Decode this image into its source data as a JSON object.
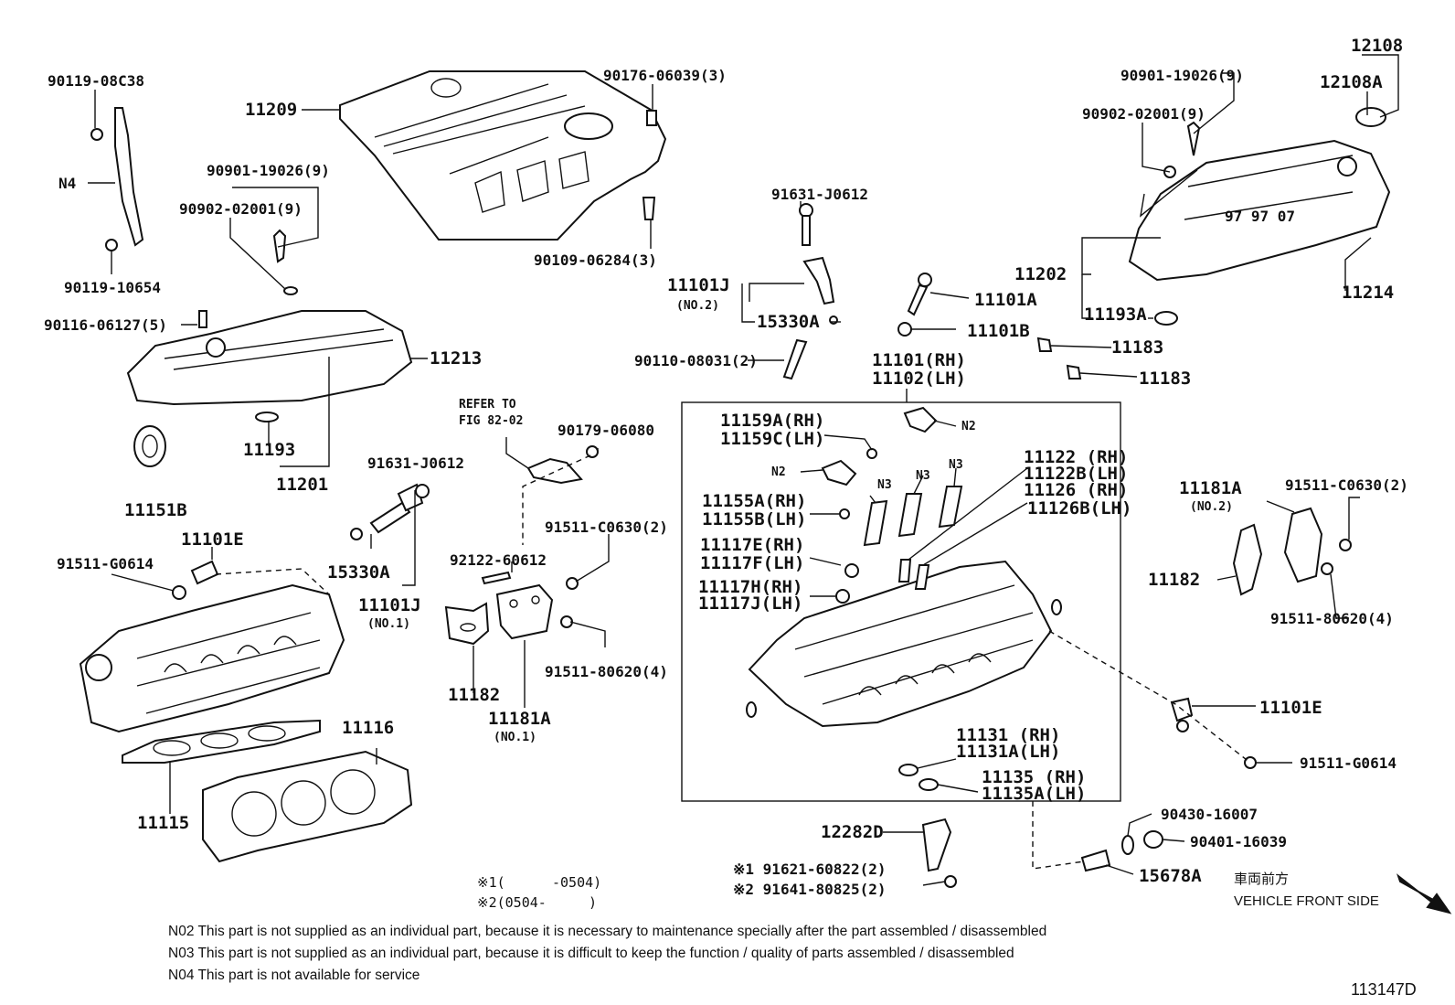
{
  "diagram": {
    "labels": {
      "p90119_08c38": "90119-08C38",
      "n4": "N4",
      "p90119_10654": "90119-10654",
      "p11209": "11209",
      "p90176_06039": "90176-06039(3)",
      "p90109_06284": "90109-06284(3)",
      "p90901_19026_left": "90901-19026(9)",
      "p90902_02001_left": "90902-02001(9)",
      "p90116_06127": "90116-06127(5)",
      "p11213": "11213",
      "p11193": "11193",
      "p11201": "11201",
      "p11151b": "11151B",
      "p91631_j0612_top": "91631-J0612",
      "p11101j_no2": "11101J",
      "no2_a": "(NO.2)",
      "p15330a_right": "15330A",
      "p90110_08031": "90110-08031(2)",
      "p11101a": "11101A",
      "p11101b": "11101B",
      "p11101_rh": "11101(RH)",
      "p11102_lh": "11102(LH)",
      "p90901_19026_right": "90901-19026(9)",
      "p90902_02001_right": "90902-02001(9)",
      "p12108": "12108",
      "p12108a": "12108A",
      "p11202": "11202",
      "p11214": "11214",
      "p11193a": "11193A",
      "p11183_a": "11183",
      "p11183_b": "11183",
      "refer_to": "REFER TO",
      "fig": "FIG 82-02",
      "p90179_06080": "90179-06080",
      "p91631_j0612_left": "91631-J0612",
      "p15330a_left": "15330A",
      "p11101j_no1": "11101J",
      "no1_a": "(NO.1)",
      "p11101e_left": "11101E",
      "p91511_g0614_left": "91511-G0614",
      "p92122_60612": "92122-60612",
      "p91511_c0630_mid": "91511-C0630(2)",
      "p91511_80620_mid": "91511-80620(4)",
      "p11182_mid": "11182",
      "p11181a_mid": "11181A",
      "no1_b": "(NO.1)",
      "p11116": "11116",
      "p11115": "11115",
      "p11159a": "11159A(RH)",
      "p11159c": "11159C(LH)",
      "n2_a": "N2",
      "n2_b": "N2",
      "n3_a": "N3",
      "n3_b": "N3",
      "n3_c": "N3",
      "p11155a": "11155A(RH)",
      "p11155b": "11155B(LH)",
      "p11117e": "11117E(RH)",
      "p11117f": "11117F(LH)",
      "p11117h": "11117H(RH)",
      "p11117j": "11117J(LH)",
      "p11122": "11122 (RH)",
      "p11122b": "11122B(LH)",
      "p11126": "11126 (RH)",
      "p11126b": "11126B(LH)",
      "p11131": "11131 (RH)",
      "p11131a": "11131A(LH)",
      "p11135": "11135 (RH)",
      "p11135a": "11135A(LH)",
      "p11181a_right": "11181A",
      "no2_b": "(NO.2)",
      "p91511_c0630_right": "91511-C0630(2)",
      "p11182_right": "11182",
      "p91511_80620_right": "91511-80620(4)",
      "p11101e_right": "11101E",
      "p91511_g0614_right": "91511-G0614",
      "p12282d": "12282D",
      "p90430_16007": "90430-16007",
      "p90401_16039": "90401-16039",
      "p15678a": "15678A",
      "p91621": "※1 91621-60822(2)",
      "p91641": "※2 91641-80825(2)"
    },
    "date_notes": {
      "d1_mark": "※1(",
      "d1_date": "-0504)",
      "d2_mark": "※2(0504-",
      "d2_end": ")"
    },
    "vehicle_front": {
      "kanji": "車両前方",
      "text": "VEHICLE FRONT SIDE"
    },
    "footnotes": [
      "N02 This part is not supplied as an individual part, because it is necessary to maintenance specially after the part assembled / disassembled",
      "N03 This part is not supplied as an individual part, because it is difficult to keep the function / quality of parts  assembled / disassembled",
      "N04 This part is not available for service"
    ],
    "catalog_number": "113147D"
  }
}
